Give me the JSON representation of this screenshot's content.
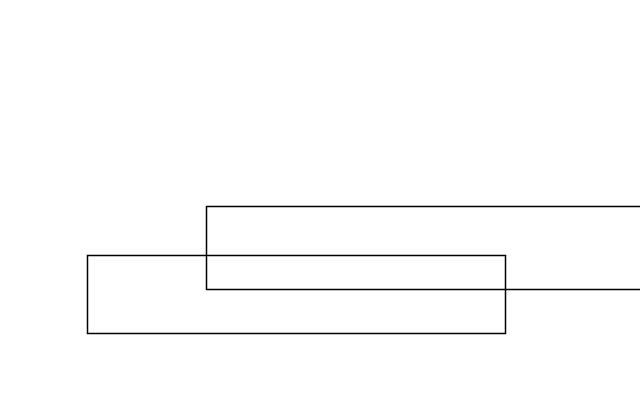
{
  "canvas": {
    "background": "#ffffff"
  },
  "shapes": {
    "stroke_color": "#000000",
    "items": [
      {
        "kind": "rectangle",
        "fill": "none"
      },
      {
        "kind": "rectangle",
        "fill": "none"
      }
    ]
  }
}
